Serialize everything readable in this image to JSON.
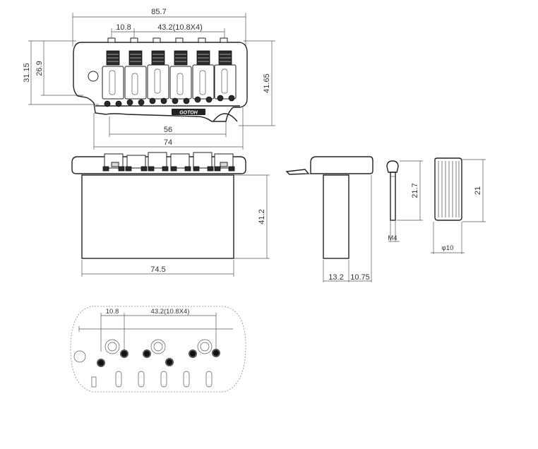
{
  "top_view": {
    "dim_overall_width": "85.7",
    "dim_first_spacing": "10.8",
    "dim_string_spacing": "43.2(10.8X4)",
    "dim_height_a": "31.15",
    "dim_height_b": "26.9",
    "dim_height_right": "41.65",
    "dim_mount_holes": "56",
    "dim_plate_width": "74",
    "logo_text": "GOTOH"
  },
  "front_view": {
    "dim_block_width": "74.5",
    "dim_block_height": "41.2"
  },
  "side_view": {
    "dim_block_depth": "13.2",
    "dim_offset": "10.75"
  },
  "screw": {
    "dim_length": "21.7",
    "thread_label": "M4"
  },
  "knob": {
    "dim_height": "21",
    "dim_diameter": "φ10"
  },
  "bottom_view": {
    "dim_first_spacing": "10.8",
    "dim_string_spacing": "43.2(10.8X4)"
  }
}
